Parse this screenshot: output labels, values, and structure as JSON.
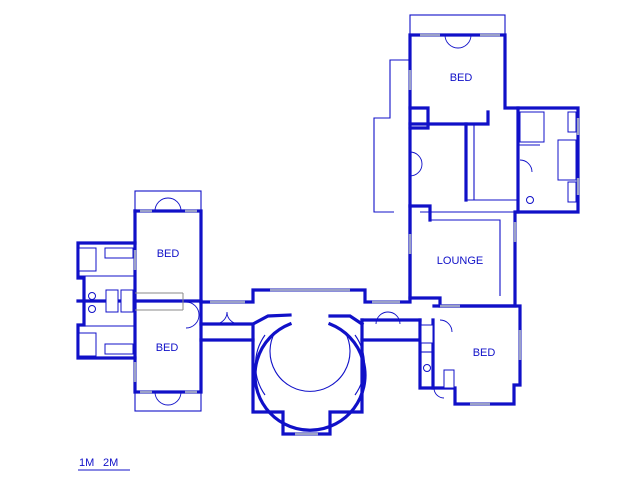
{
  "floor_plan": {
    "rooms": [
      {
        "label": "BED"
      },
      {
        "label": "BED"
      },
      {
        "label": "BED"
      },
      {
        "label": "BED"
      },
      {
        "label": "LOUNGE"
      }
    ],
    "scale_bar": {
      "label_1": "1M",
      "label_2": "2M"
    }
  }
}
